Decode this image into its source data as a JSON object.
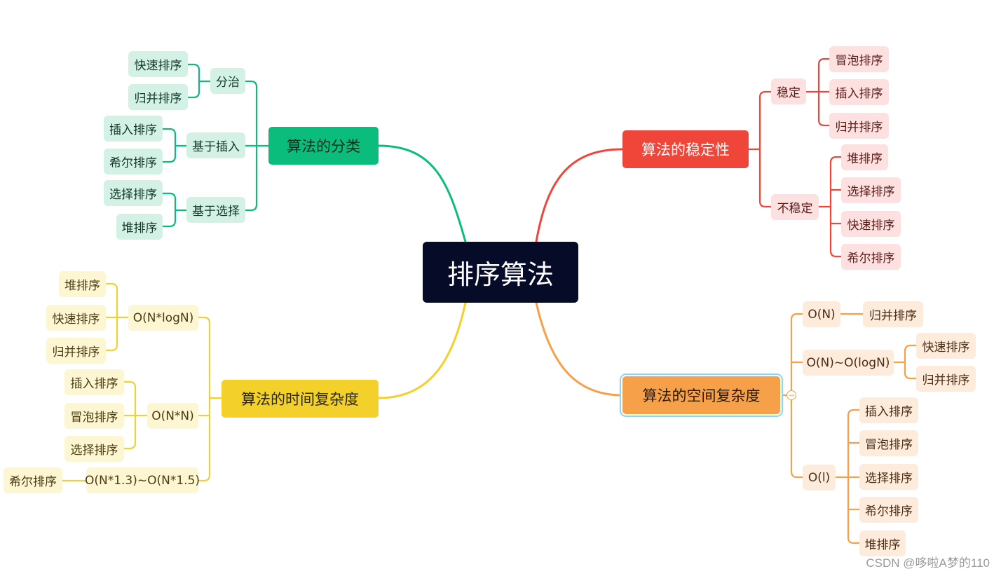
{
  "root": "排序算法",
  "branches": {
    "classification": {
      "label": "算法的分类",
      "groups": [
        {
          "label": "分治",
          "items": [
            "快速排序",
            "归并排序"
          ]
        },
        {
          "label": "基于插入",
          "items": [
            "插入排序",
            "希尔排序"
          ]
        },
        {
          "label": "基于选择",
          "items": [
            "选择排序",
            "堆排序"
          ]
        }
      ]
    },
    "stability": {
      "label": "算法的稳定性",
      "groups": [
        {
          "label": "稳定",
          "items": [
            "冒泡排序",
            "插入排序",
            "归并排序"
          ]
        },
        {
          "label": "不稳定",
          "items": [
            "堆排序",
            "选择排序",
            "快速排序",
            "希尔排序"
          ]
        }
      ]
    },
    "time": {
      "label": "算法的时间复杂度",
      "groups": [
        {
          "label": "O(N*logN)",
          "items": [
            "堆排序",
            "快速排序",
            "归并排序"
          ]
        },
        {
          "label": "O(N*N)",
          "items": [
            "插入排序",
            "冒泡排序",
            "选择排序"
          ]
        },
        {
          "label": "O(N*1.3)~O(N*1.5)",
          "items": [
            "希尔排序"
          ]
        }
      ]
    },
    "space": {
      "label": "算法的空间复杂度",
      "collapse_symbol": "−",
      "groups": [
        {
          "label": "O(N)",
          "items": [
            "归并排序"
          ]
        },
        {
          "label": "O(N)~O(logN)",
          "items": [
            "快速排序",
            "归并排序"
          ]
        },
        {
          "label": "O(l)",
          "items": [
            "插入排序",
            "冒泡排序",
            "选择排序",
            "希尔排序",
            "堆排序"
          ]
        }
      ]
    }
  },
  "colors": {
    "green": "#0bbd7d",
    "red": "#f0463a",
    "yellow": "#f4d12a",
    "orange": "#f7a04a",
    "root": "#060b28"
  },
  "watermark": "CSDN @哆啦A梦的110"
}
